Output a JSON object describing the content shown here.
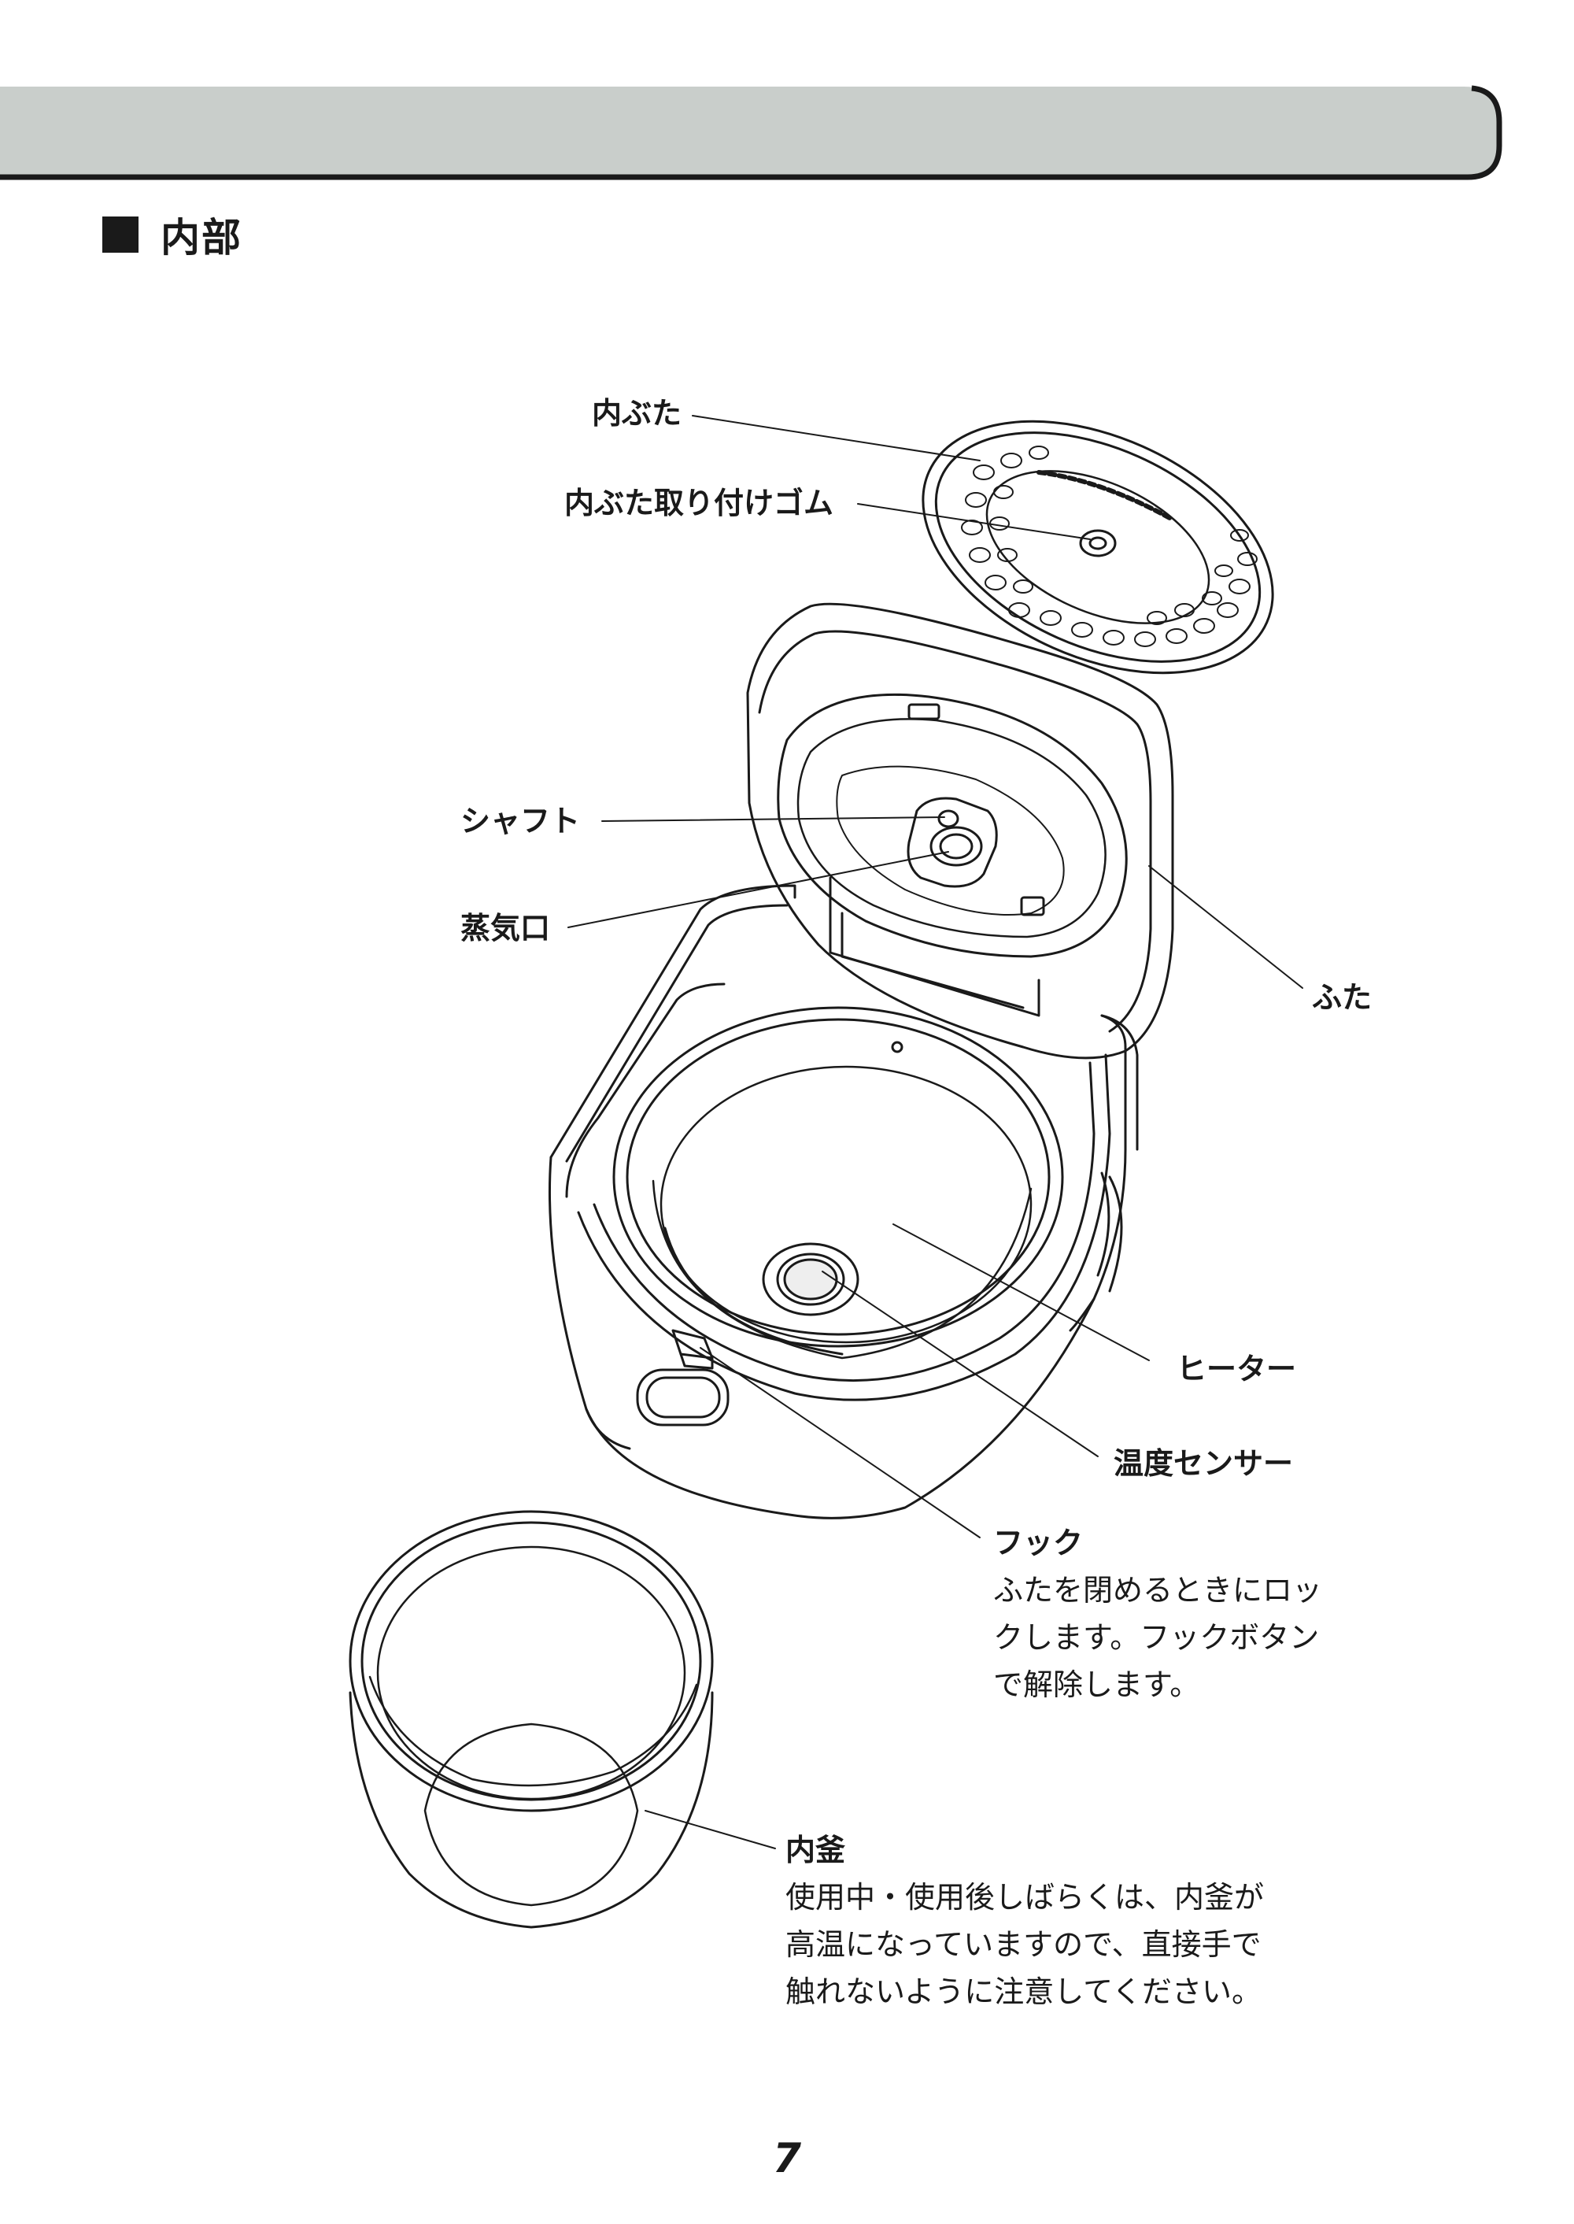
{
  "section": {
    "title": "内部"
  },
  "labels": {
    "inner_lid": "内ぶた",
    "inner_lid_gasket": "内ぶた取り付けゴム",
    "shaft": "シャフト",
    "steam_vent": "蒸気口",
    "lid": "ふた",
    "heater": "ヒーター",
    "temp_sensor": "温度センサー"
  },
  "hook": {
    "title": "フック",
    "lines": [
      "ふたを閉めるときにロッ",
      "クします。フックボタン",
      "で解除します。"
    ]
  },
  "inner_pot": {
    "title": "内釜",
    "lines": [
      "使用中・使用後しばらくは、内釜が",
      "高温になっていますので、直接手で",
      "触れないように注意してください。"
    ]
  },
  "page_number": "7",
  "colors": {
    "header_band": "#c9cecb",
    "line": "#1a1a1a"
  }
}
